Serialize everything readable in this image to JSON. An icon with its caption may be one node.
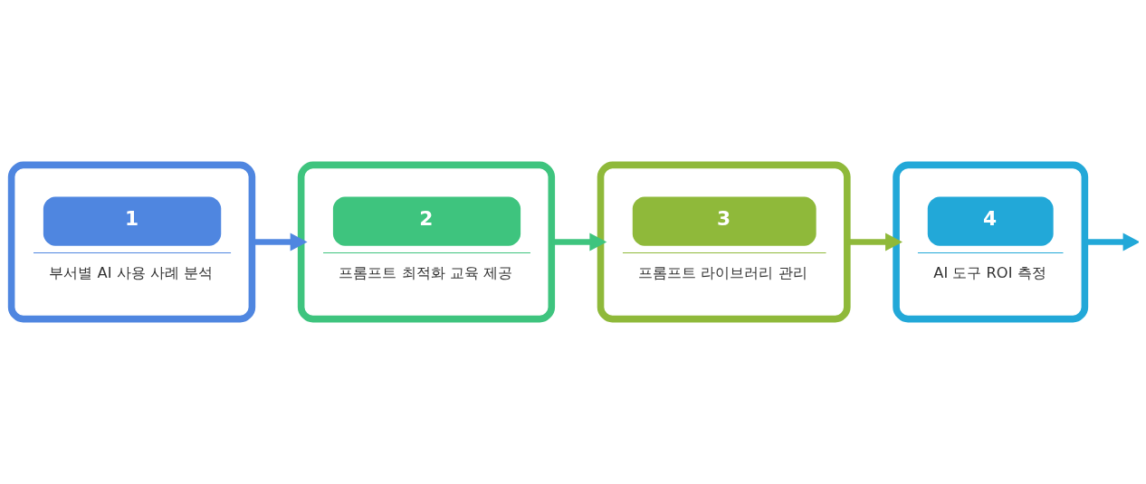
{
  "diagram": {
    "nodes": [
      {
        "text": [
          "1",
          "부서별 AI 사용 사례 분석"
        ]
      },
      {
        "text": [
          "2",
          "프롬프트 최적화 교육 제공"
        ]
      },
      {
        "text": [
          "3",
          "프롬프트 라이브러리 관리"
        ]
      },
      {
        "text": [
          "4",
          "AI 도구 ROI 측정"
        ]
      }
    ],
    "edges": [
      {
        "from": 0,
        "to": 1,
        "arrow": "to",
        "color": "#4f86e0"
      },
      {
        "from": 1,
        "to": 2,
        "arrow": "to",
        "color": "#3ec47e"
      },
      {
        "from": 2,
        "to": 3,
        "arrow": "to",
        "color": "#8fb93a"
      },
      {
        "from": 3,
        "to": null,
        "arrow": "to",
        "color": "#22a8d8"
      }
    ]
  }
}
